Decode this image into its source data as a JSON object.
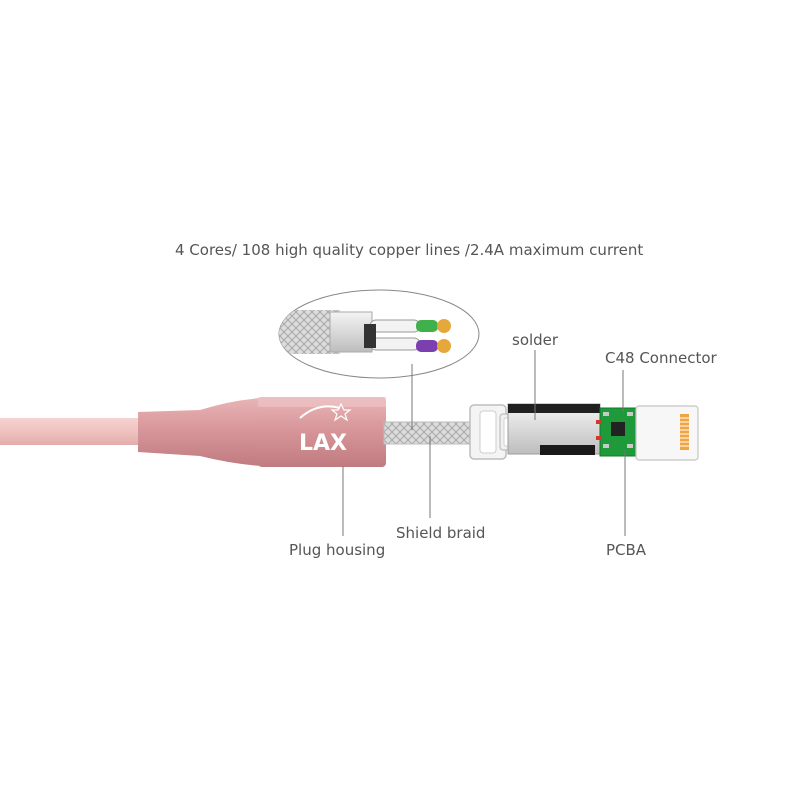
{
  "title": "4 Cores/ 108 high quality copper lines /2.4A maximum current",
  "labels": {
    "solder": "solder",
    "c48": "C48 Connector",
    "plug_housing": "Plug housing",
    "shield_braid": "Shield braid",
    "pcba": "PCBA"
  },
  "logo_text": "LAX",
  "colors": {
    "cable": "#efc2c0",
    "housing": "#d8979b",
    "braid": "#cfcfcf",
    "pcb": "#1f9a3a",
    "connector_pins": "#f0a640",
    "label_text": "#555555",
    "leader_line": "#777777"
  }
}
